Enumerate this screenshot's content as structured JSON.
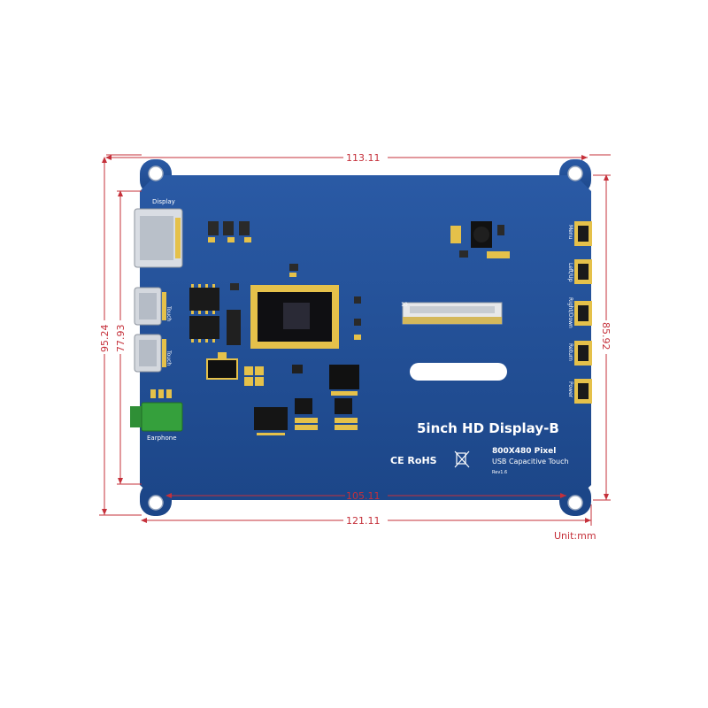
{
  "dimensions": {
    "top_width": "113.11",
    "bottom_inner_width": "105.11",
    "bottom_overall_width": "121.11",
    "left_inner_height": "77.93",
    "left_overall_height": "95.24",
    "right_height": "85.92",
    "unit_label": "Unit:mm"
  },
  "board": {
    "title": "5inch HD Display-B",
    "resolution": "800X480 Pixel",
    "touch_type": "USB Capacitive Touch",
    "revision": "Rev1.6",
    "certifications": "CE RoHS",
    "connector_pin": "10"
  },
  "ports": {
    "display": "Display",
    "touch_upper": "Touch",
    "touch_lower": "Touch",
    "earphone": "Earphone"
  },
  "buttons": [
    "Menu",
    "Left/Up",
    "Right/Down",
    "Return",
    "Power"
  ],
  "colors": {
    "board_blue": "#1f4f95",
    "dimension_red": "#c5303a",
    "gold_pad": "#e5c14a",
    "silkscreen": "#ffffff"
  }
}
